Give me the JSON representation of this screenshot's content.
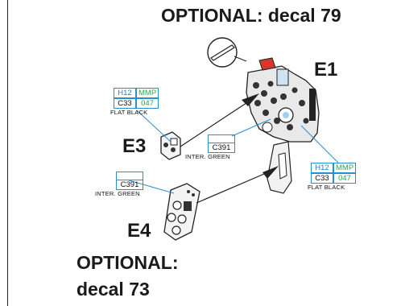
{
  "titles": {
    "optional_top": "OPTIONAL: decal 79",
    "optional_bottom_line1": "OPTIONAL:",
    "optional_bottom_line2": "decal 73"
  },
  "parts": {
    "e1": "E1",
    "e3": "E3",
    "e4": "E4"
  },
  "paint_refs": {
    "e3_paint": {
      "h": "H12",
      "mmp": "MMP",
      "c": "C33",
      "code": "047",
      "caption": "FLAT BLACK"
    },
    "e1_paint": {
      "h": "H12",
      "mmp": "MMP",
      "c": "C33",
      "code": "047",
      "caption": "FLAT BLACK"
    },
    "mid_green": {
      "code": "C391",
      "caption": "INTER. GREEN"
    },
    "left_green": {
      "code": "C391",
      "caption": "INTER. GREEN"
    }
  },
  "colors": {
    "paint_box_border": "#2a8fd0",
    "paint_text_blue": "#1f7fc4",
    "paint_text_green": "#2aa84a",
    "accent_red": "#d8352c"
  },
  "icons": [
    "decal-callout-icon"
  ]
}
